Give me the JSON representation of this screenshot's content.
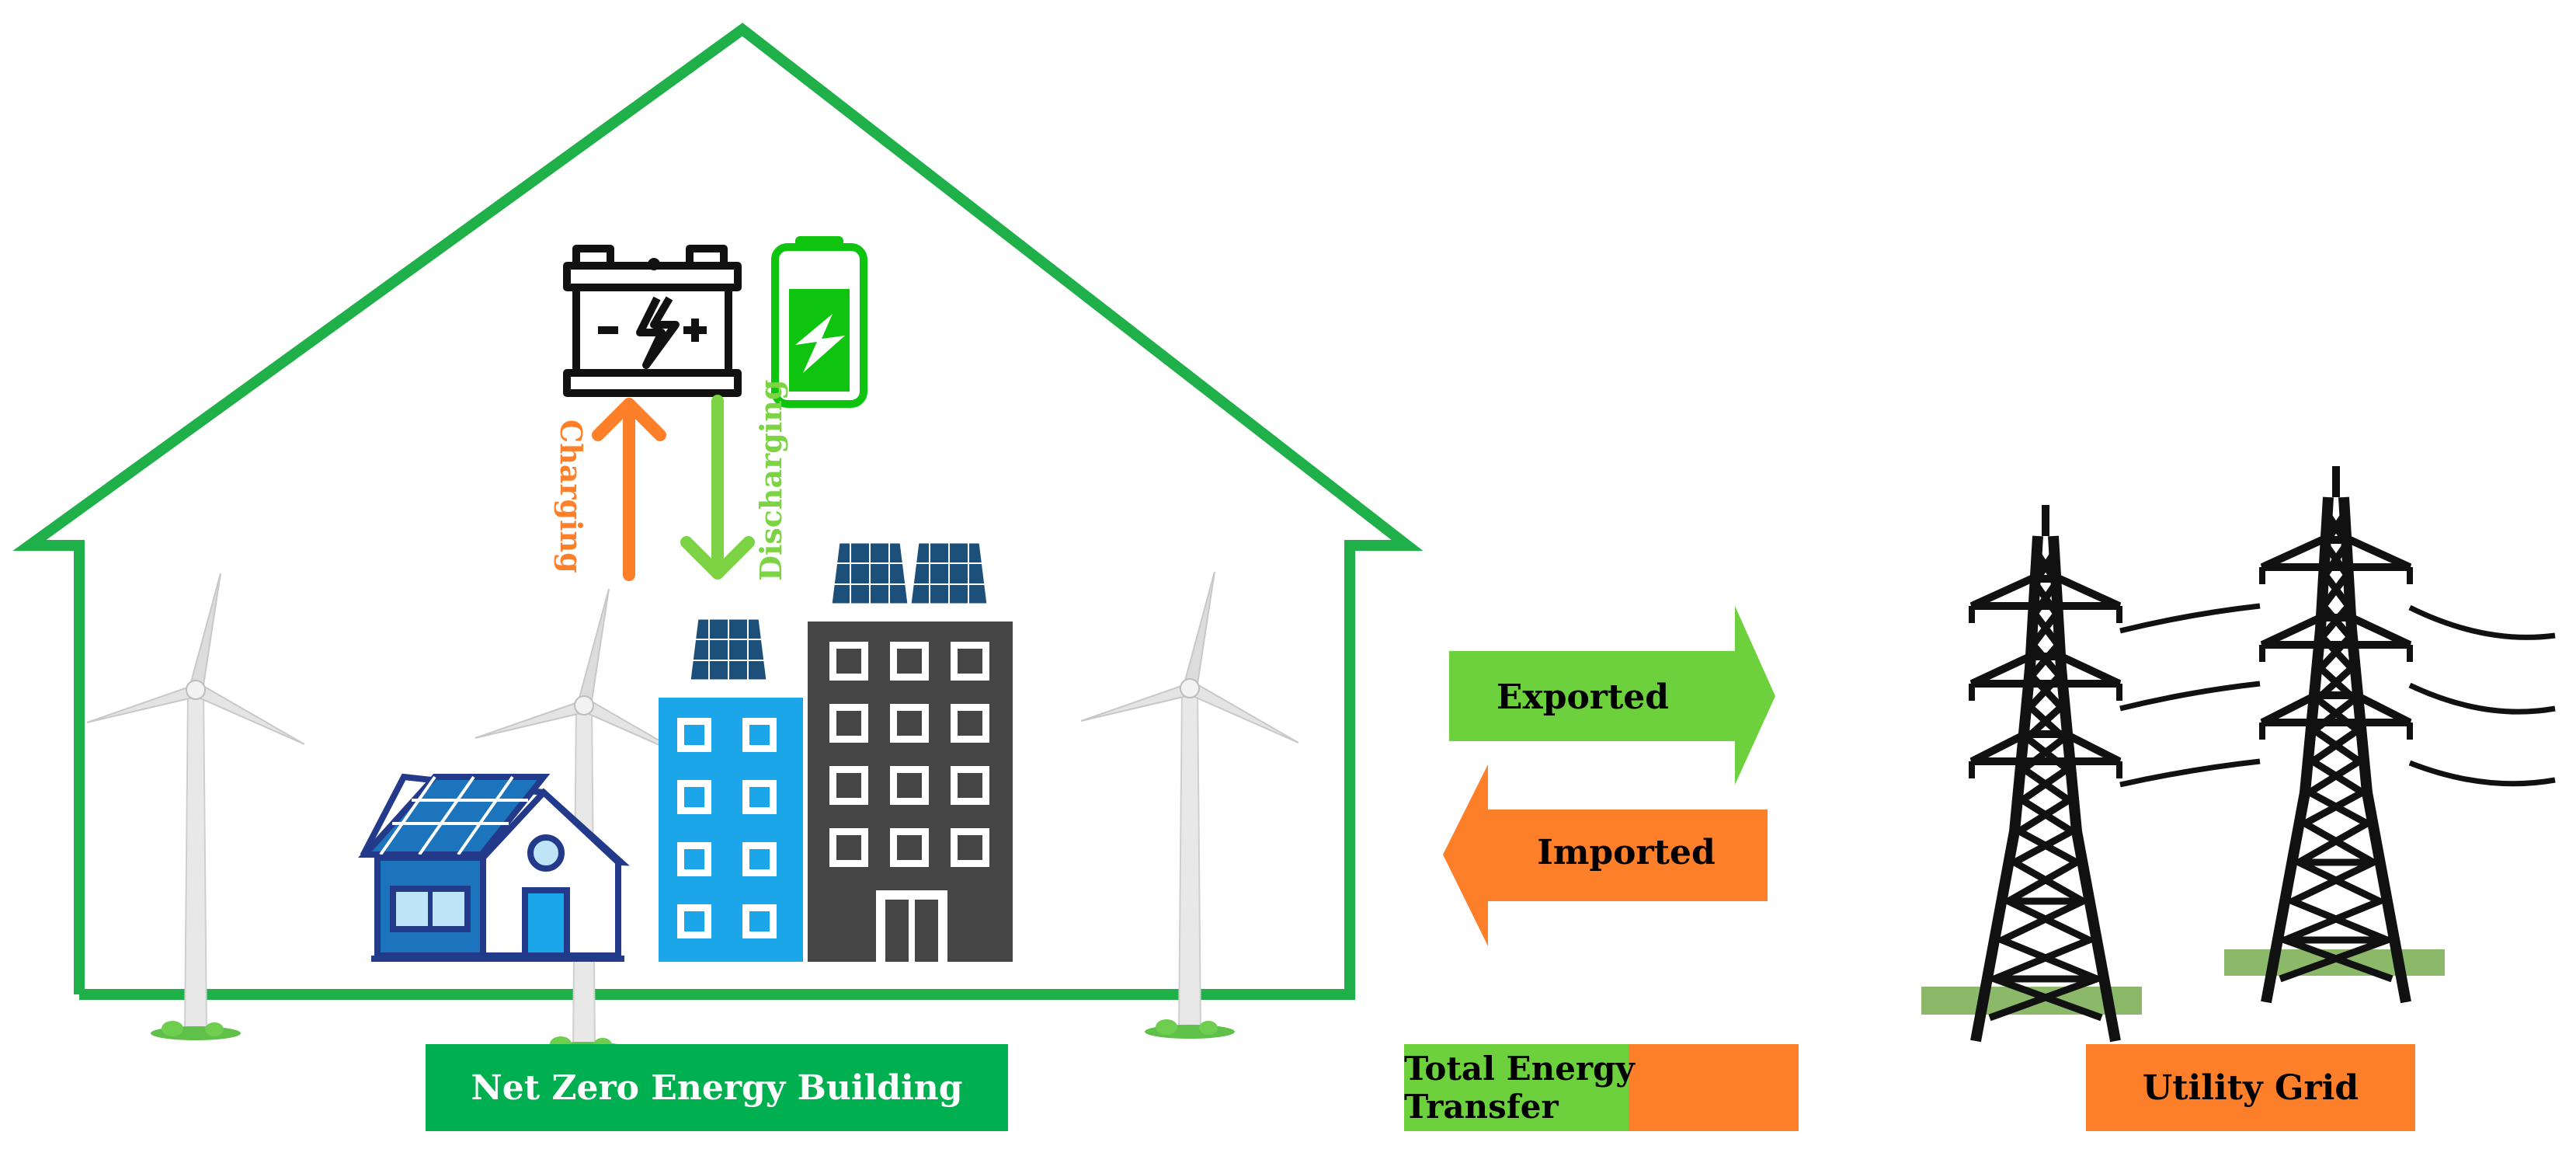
{
  "diagram": {
    "nzeb_label": "Net Zero Energy Building",
    "transfer_label": "Total Energy Transfer",
    "grid_label": "Utility Grid",
    "exported_label": "Exported",
    "imported_label": "Imported",
    "charging_label": "Charging",
    "discharging_label": "Discharging"
  },
  "colors": {
    "house_outline": "#20b04a",
    "nzeb_box": "#00b050",
    "export_green": "#6dd13e",
    "import_orange": "#fd7f29",
    "charging_orange": "#fd7f29",
    "discharging_green": "#7cd444",
    "battery_green": "#0ec40e",
    "tower_black": "#111111",
    "building_blue": "#1aa6e8",
    "building_dark": "#454545",
    "house_blue": "#1c75bc",
    "solar_panel": "#1c4f7a"
  },
  "icons": [
    "battery-icon",
    "charged-battery-icon",
    "wind-turbine-icon",
    "house-icon",
    "office-building-icon",
    "tower-icon",
    "solar-panel-icon"
  ]
}
